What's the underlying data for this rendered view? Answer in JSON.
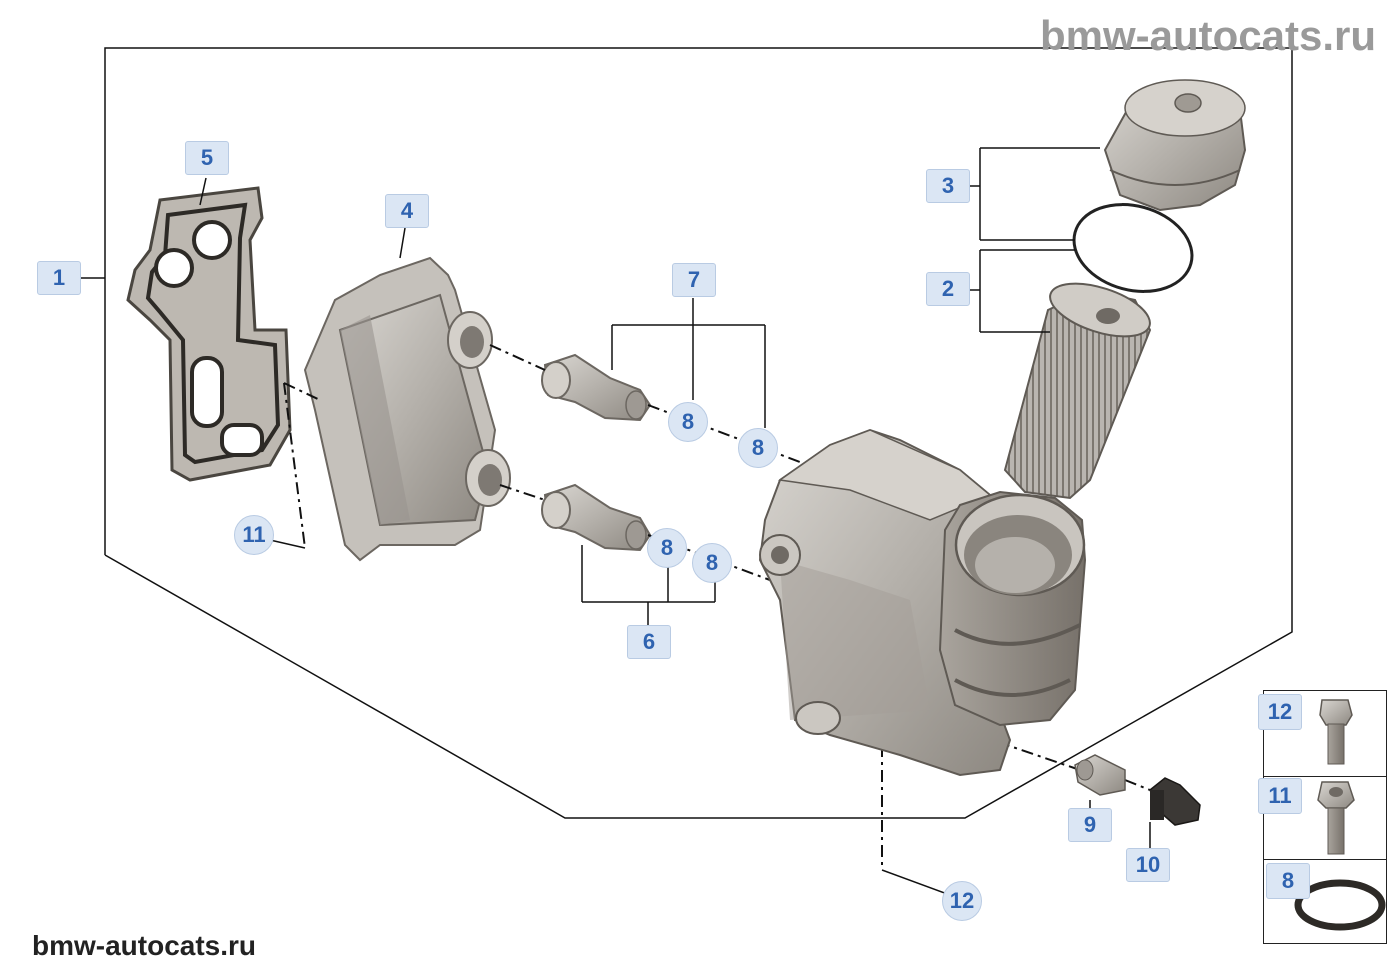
{
  "watermark_top": "bmw-autocats.ru",
  "watermark_bottom": "bmw-autocats.ru",
  "callouts": {
    "c1": "1",
    "c2": "2",
    "c3": "3",
    "c4": "4",
    "c5": "5",
    "c6": "6",
    "c7": "7",
    "c8a": "8",
    "c8b": "8",
    "c8c": "8",
    "c8d": "8",
    "c9": "9",
    "c10": "10",
    "c11": "11",
    "c12": "12"
  },
  "legend": {
    "row1": "12",
    "row2": "11",
    "row3": "8"
  },
  "colors": {
    "callout_text": "#2f63b0",
    "callout_bg": "#dbe6f4",
    "part_metal": "#b7b3ad",
    "part_dark": "#6f6a64",
    "line": "#111111"
  }
}
